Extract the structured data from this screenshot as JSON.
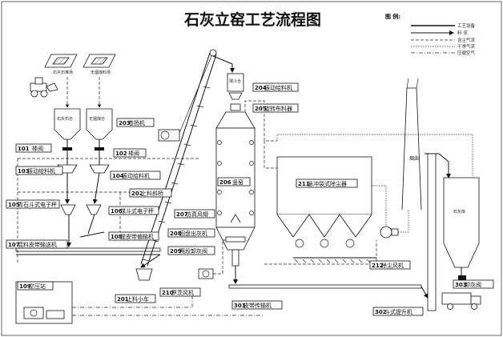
{
  "title": "石灰立窑工艺流程图",
  "legend": {
    "heading": "图 例:",
    "items": [
      {
        "label": "工艺设备",
        "style": "solid"
      },
      {
        "label": "料 流",
        "style": "solid-arrow"
      },
      {
        "label": "含尘气流",
        "style": "dashed"
      },
      {
        "label": "干净气流",
        "style": "dotted"
      },
      {
        "label": "压缩空气",
        "style": "dashdot"
      }
    ]
  },
  "yard": {
    "limestone_pile": "石灰石堆场",
    "coal_pile": "无烟煤料场"
  },
  "bins": {
    "limestone_bin": "石灰石仓",
    "coal_bin": "无烟煤仓",
    "lime_bin": "石灰库",
    "stack": "烟囱",
    "coal_hopper": "煤斗仓"
  },
  "equipment": [
    {
      "id": "101",
      "label": "棒阀"
    },
    {
      "id": "102",
      "label": "棒阀"
    },
    {
      "id": "103",
      "label": "振动给料机"
    },
    {
      "id": "104",
      "label": "振动给料机"
    },
    {
      "id": "105",
      "label": "青石斗式电子秤"
    },
    {
      "id": "106",
      "label": "煤斗式电子秤"
    },
    {
      "id": "107",
      "label": "混料皮带输送机"
    },
    {
      "id": "108",
      "label": "提皮带偏输机"
    },
    {
      "id": "109",
      "label": "空压站"
    },
    {
      "id": "201",
      "label": "上料小车"
    },
    {
      "id": "202",
      "label": "上料斜桥"
    },
    {
      "id": "203",
      "label": "卷扬机"
    },
    {
      "id": "204",
      "label": "振动给料机"
    },
    {
      "id": "205",
      "label": "旋转布料器"
    },
    {
      "id": "206",
      "label": "竖窑"
    },
    {
      "id": "207",
      "label": "仿真风帽"
    },
    {
      "id": "208",
      "label": "回盘出灰机"
    },
    {
      "id": "209",
      "label": "两段卸灰阀"
    },
    {
      "id": "210",
      "label": "罗茨风机"
    },
    {
      "id": "211",
      "label": "脉冲袋式除尘器"
    },
    {
      "id": "212",
      "label": "除尘风机"
    },
    {
      "id": "301",
      "label": "皮带传输机"
    },
    {
      "id": "302",
      "label": "斗式提升机"
    },
    {
      "id": "303",
      "label": "卸灰阀"
    }
  ]
}
